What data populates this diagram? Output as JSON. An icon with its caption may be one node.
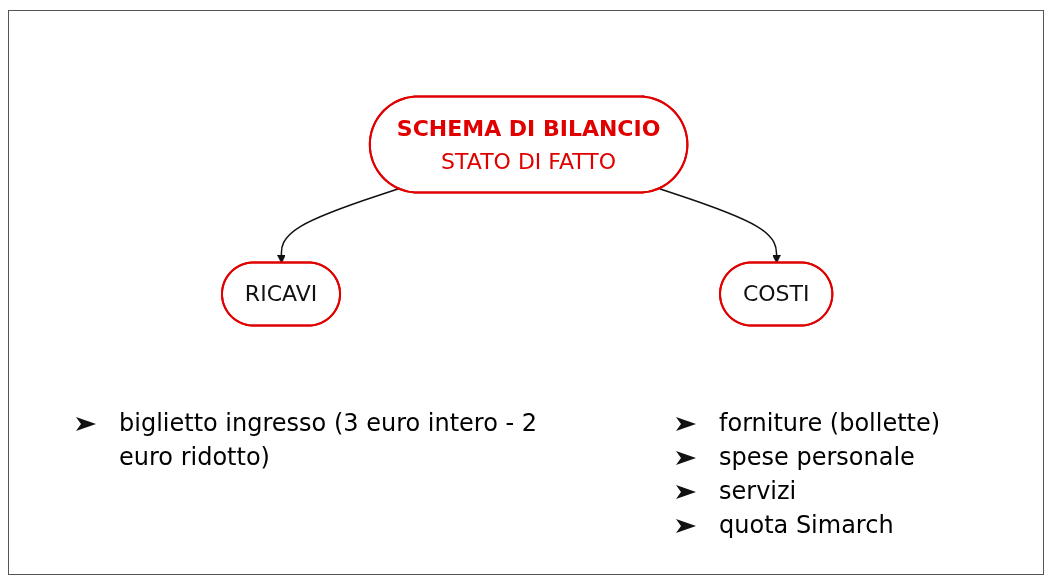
{
  "diagram": {
    "nodes": [
      {
        "text": [
          "SCHEMA DI BILANCIO",
          "STATO DI FATTO"
        ]
      },
      {
        "text": [
          "RICAVI"
        ]
      },
      {
        "text": [
          "COSTI"
        ]
      }
    ],
    "edges": [
      {
        "from": 0,
        "to": 1,
        "arrow": "to"
      },
      {
        "from": 0,
        "to": 2,
        "arrow": "to"
      }
    ],
    "labels": [
      "biglietto ingresso (3 euro intero - 2 euro ridotto)",
      "forniture (bollette)",
      "spese personale",
      "servizi",
      "quota Simarch"
    ]
  }
}
